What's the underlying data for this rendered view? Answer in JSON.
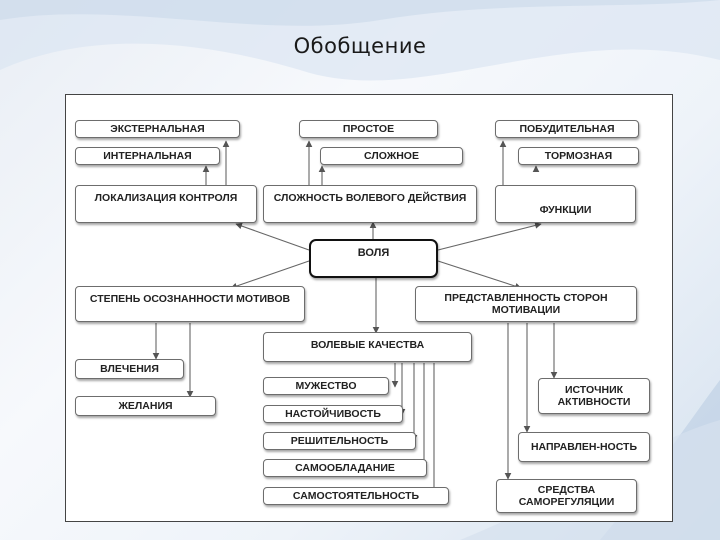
{
  "slide": {
    "title": "Обобщение"
  },
  "diagram": {
    "center": "ВОЛЯ",
    "localization": {
      "label": "ЛОКАЛИЗАЦИЯ КОНТРОЛЯ",
      "items": [
        "ЭКСТЕРНАЛЬНАЯ",
        "ИНТЕРНАЛЬНАЯ"
      ]
    },
    "complexity": {
      "label": "СЛОЖНОСТЬ ВОЛЕВОГО ДЕЙСТВИЯ",
      "items": [
        "ПРОСТОЕ",
        "СЛОЖНОЕ"
      ]
    },
    "functions": {
      "label": "ФУНКЦИИ",
      "items": [
        "ПОБУДИТЕЛЬНАЯ",
        "ТОРМОЗНАЯ"
      ]
    },
    "awareness": {
      "label": "СТЕПЕНЬ ОСОЗНАННОСТИ МОТИВОВ",
      "items": [
        "ВЛЕЧЕНИЯ",
        "ЖЕЛАНИЯ"
      ]
    },
    "qualities": {
      "label": "ВОЛЕВЫЕ КАЧЕСТВА",
      "items": [
        "МУЖЕСТВО",
        "НАСТОЙЧИВОСТЬ",
        "РЕШИТЕЛЬНОСТЬ",
        "САМООБЛАДАНИЕ",
        "САМОСТОЯТЕЛЬНОСТЬ"
      ]
    },
    "motivation": {
      "label": "ПРЕДСТАВЛЕННОСТЬ СТОРОН МОТИВАЦИИ",
      "items": [
        "ИСТОЧНИК АКТИВНОСТИ",
        "НАПРАВЛЕН-НОСТЬ",
        "СРЕДСТВА САМОРЕГУЛЯЦИИ"
      ]
    }
  }
}
